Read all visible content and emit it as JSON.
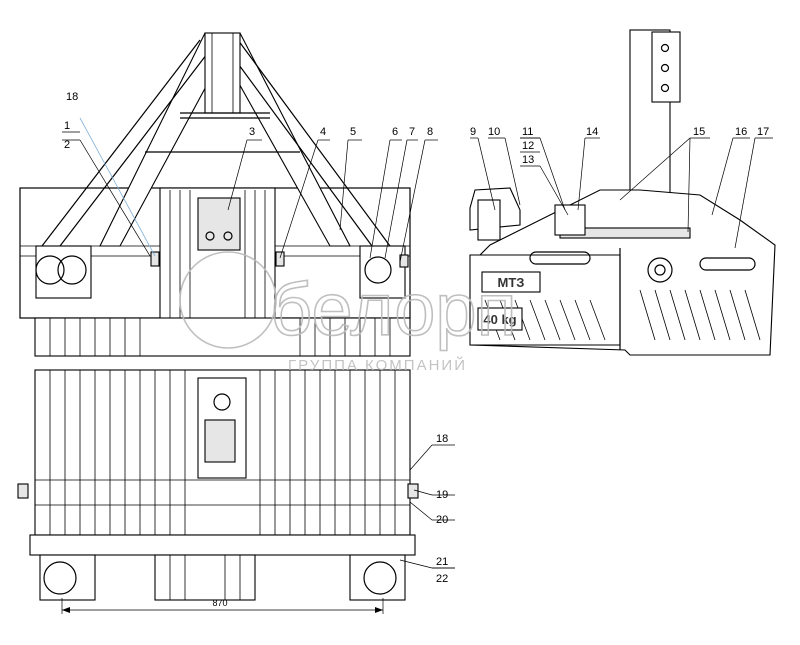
{
  "callouts": {
    "c1": "1",
    "c2": "2",
    "c3": "3",
    "c4": "4",
    "c5": "5",
    "c6": "6",
    "c7": "7",
    "c8": "8",
    "c9": "9",
    "c10": "10",
    "c11": "11",
    "c12": "12",
    "c13": "13",
    "c14": "14",
    "c15": "15",
    "c16": "16",
    "c17": "17",
    "c18a": "18",
    "c18b": "18",
    "c19": "19",
    "c20": "20",
    "c21": "21",
    "c22": "22"
  },
  "dimension": "870",
  "weight_stamp": {
    "brand": "МТЗ",
    "mass": "40 kg"
  },
  "watermark": {
    "logo_text": "белорп",
    "subtitle": "ГРУППА КОМПАНИЙ"
  }
}
